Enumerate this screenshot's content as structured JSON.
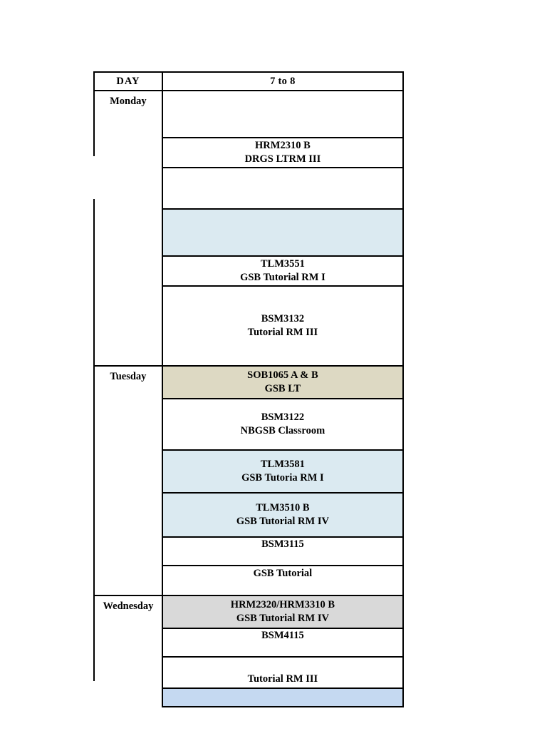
{
  "document": {
    "kind": "class-timetable",
    "columns": [
      "DAY",
      "7 to 8"
    ]
  },
  "header": {
    "day_label": "DAY",
    "time_slot_label": "7 to 8"
  },
  "colors": {
    "light_blue": "#dbeaf1",
    "beige": "#ddd9c3",
    "gray": "#d9d9d9",
    "blue": "#c5d9f1",
    "white": "#ffffff",
    "border": "#000000"
  },
  "days": [
    {
      "name": "Monday"
    },
    {
      "name": "Tuesday"
    },
    {
      "name": "Wednesday"
    }
  ],
  "rows": [
    {
      "day": "Monday",
      "line1": "",
      "line2": "",
      "fill": "white",
      "height": 64
    },
    {
      "day": "Monday",
      "line1": "HRM2310 B",
      "line2": "DRGS LTRM III",
      "fill": "white",
      "height": 40
    },
    {
      "day": "Monday",
      "line1": "",
      "line2": "",
      "fill": "white",
      "height": 56
    },
    {
      "day": "Monday",
      "line1": "",
      "line2": "",
      "fill": "lblue",
      "height": 64
    },
    {
      "day": "Monday",
      "line1": "TLM3551",
      "line2": "GSB Tutorial RM I",
      "fill": "white",
      "height": 40
    },
    {
      "day": "Monday",
      "line1": "BSM3132",
      "line2": "Tutorial RM III",
      "fill": "white",
      "height": 110
    },
    {
      "day": "Tuesday",
      "line1": "SOB1065 A & B",
      "line2": "GSB LT",
      "fill": "beige",
      "height": 44
    },
    {
      "day": "Tuesday",
      "line1": "BSM3122",
      "line2": "NBGSB Classroom",
      "fill": "white",
      "height": 70
    },
    {
      "day": "Tuesday",
      "line1": "TLM3581",
      "line2": "GSB Tutoria RM I",
      "fill": "lblue",
      "height": 58
    },
    {
      "day": "Tuesday",
      "line1": "TLM3510 B",
      "line2": "GSB Tutorial RM IV",
      "fill": "lblue",
      "height": 60
    },
    {
      "day": "Tuesday",
      "line1": "BSM3115",
      "line2": "",
      "fill": "white",
      "height": 38
    },
    {
      "day": "Tuesday",
      "line1": "GSB Tutorial",
      "line2": "",
      "fill": "white",
      "height": 40
    },
    {
      "day": "Wednesday",
      "line1": "HRM2320/HRM3310 B",
      "line2": "GSB Tutorial RM IV",
      "fill": "gray",
      "height": 44
    },
    {
      "day": "Wednesday",
      "line1": "BSM4115",
      "line2": "",
      "fill": "white",
      "height": 20
    },
    {
      "day": "Wednesday",
      "line1": "",
      "line2": "Tutorial RM III",
      "fill": "white",
      "height": 42
    },
    {
      "day": "Wednesday",
      "line1": "",
      "line2": "",
      "fill": "blue",
      "height": 24
    }
  ]
}
